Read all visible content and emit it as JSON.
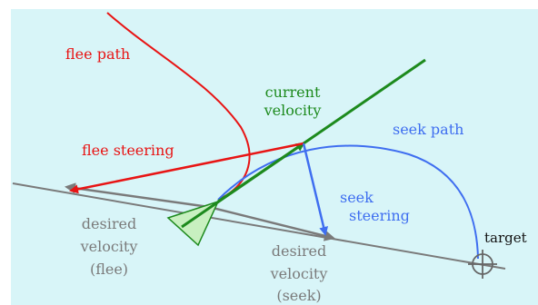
{
  "colors": {
    "background": "#d8f5f8",
    "flee": "#e81414",
    "seek": "#3f6ef0",
    "velocity": "#1d8a1d",
    "desired": "#7a7a7a",
    "triangle_fill": "#c8f0c0",
    "target": "#666666"
  },
  "labels": {
    "flee_path": "flee path",
    "current_velocity_1": "current",
    "current_velocity_2": "velocity",
    "flee_steering": "flee steering",
    "seek_path": "seek path",
    "seek_steering_1": "seek",
    "seek_steering_2": "steering",
    "desired_flee_1": "desired",
    "desired_flee_2": "velocity",
    "desired_flee_3": "(flee)",
    "desired_seek_1": "desired",
    "desired_seek_2": "velocity",
    "desired_seek_3": "(seek)",
    "target": "target"
  },
  "icons": {
    "target": "crosshair-circle-icon",
    "vehicle": "triangle-icon"
  }
}
